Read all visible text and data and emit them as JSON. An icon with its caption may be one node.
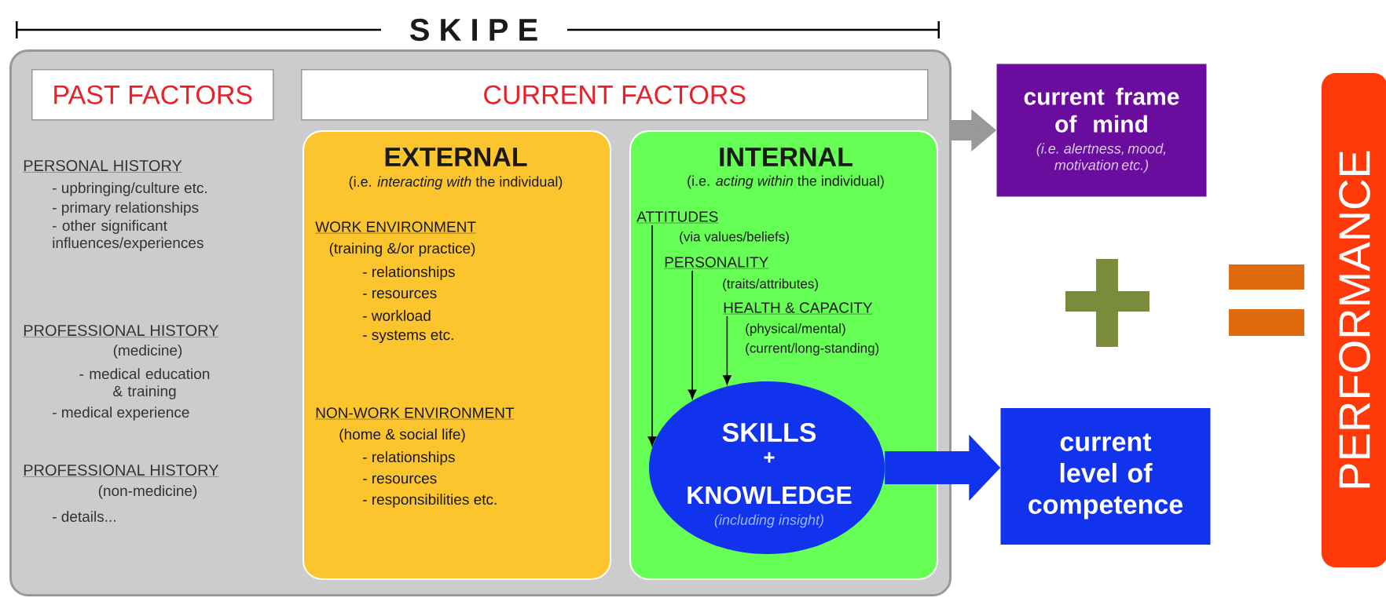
{
  "diagram": {
    "title": "S K I P E",
    "nodes": [
      {
        "text": [],
        "shape": "box"
      },
      {
        "text": [
          "PAST FACTORS"
        ],
        "in": 0
      },
      {
        "text": [
          "CURRENT FACTORS"
        ],
        "in": 0
      },
      {
        "text": [
          "EXTERNAL",
          "(i.e. *interacting with* the individual)",
          "WORK ENVIRONMENT",
          "(training &/or practice)",
          "- relationships",
          "- resources",
          "- workload",
          "- systems etc.",
          "NON-WORK ENVIRONMENT",
          "(home & social life)",
          "- relationships",
          "- resources",
          "- responsibilities etc."
        ],
        "in": 0
      },
      {
        "text": [
          "INTERNAL",
          "(i.e. *acting within* the individual)"
        ],
        "in": 0
      },
      {
        "text": [
          "ATTITUDES",
          "(via values/beliefs)"
        ],
        "in": 4
      },
      {
        "text": [
          "PERSONALITY",
          "(traits/attributes)"
        ],
        "in": 4
      },
      {
        "text": [
          "HEALTH & CAPACITY",
          "(physical/mental)",
          "(current/long-standing)"
        ],
        "in": 4
      },
      {
        "text": [
          "SKILLS",
          "+",
          "KNOWLEDGE",
          "(including insight)"
        ],
        "in": 4
      },
      {
        "text": [
          "current frame of mind",
          "(i.e. alertness, mood, motivation etc.)"
        ]
      },
      {
        "text": [
          "current level of competence"
        ]
      },
      {
        "text": [
          "PERFORMANCE"
        ]
      }
    ],
    "edges": [
      {
        "from": 0,
        "to": 9,
        "arrow": "to",
        "style": "thick",
        "color": "#999999"
      },
      {
        "from": 5,
        "to": 8,
        "arrow": "to"
      },
      {
        "from": 6,
        "to": 8,
        "arrow": "to"
      },
      {
        "from": 7,
        "to": 8,
        "arrow": "to"
      },
      {
        "from": 8,
        "to": 10,
        "arrow": "to",
        "style": "thick",
        "color": "#1133ee"
      }
    ],
    "labels": [
      "PERSONAL HISTORY",
      "- upbringing/culture etc.",
      "- primary relationships",
      "- other significant influences/experiences",
      "PROFESSIONAL HISTORY",
      "(medicine)",
      "- medical education & training",
      "- medical experience",
      "PROFESSIONAL HISTORY",
      "(non-medicine)",
      "- details..."
    ]
  }
}
